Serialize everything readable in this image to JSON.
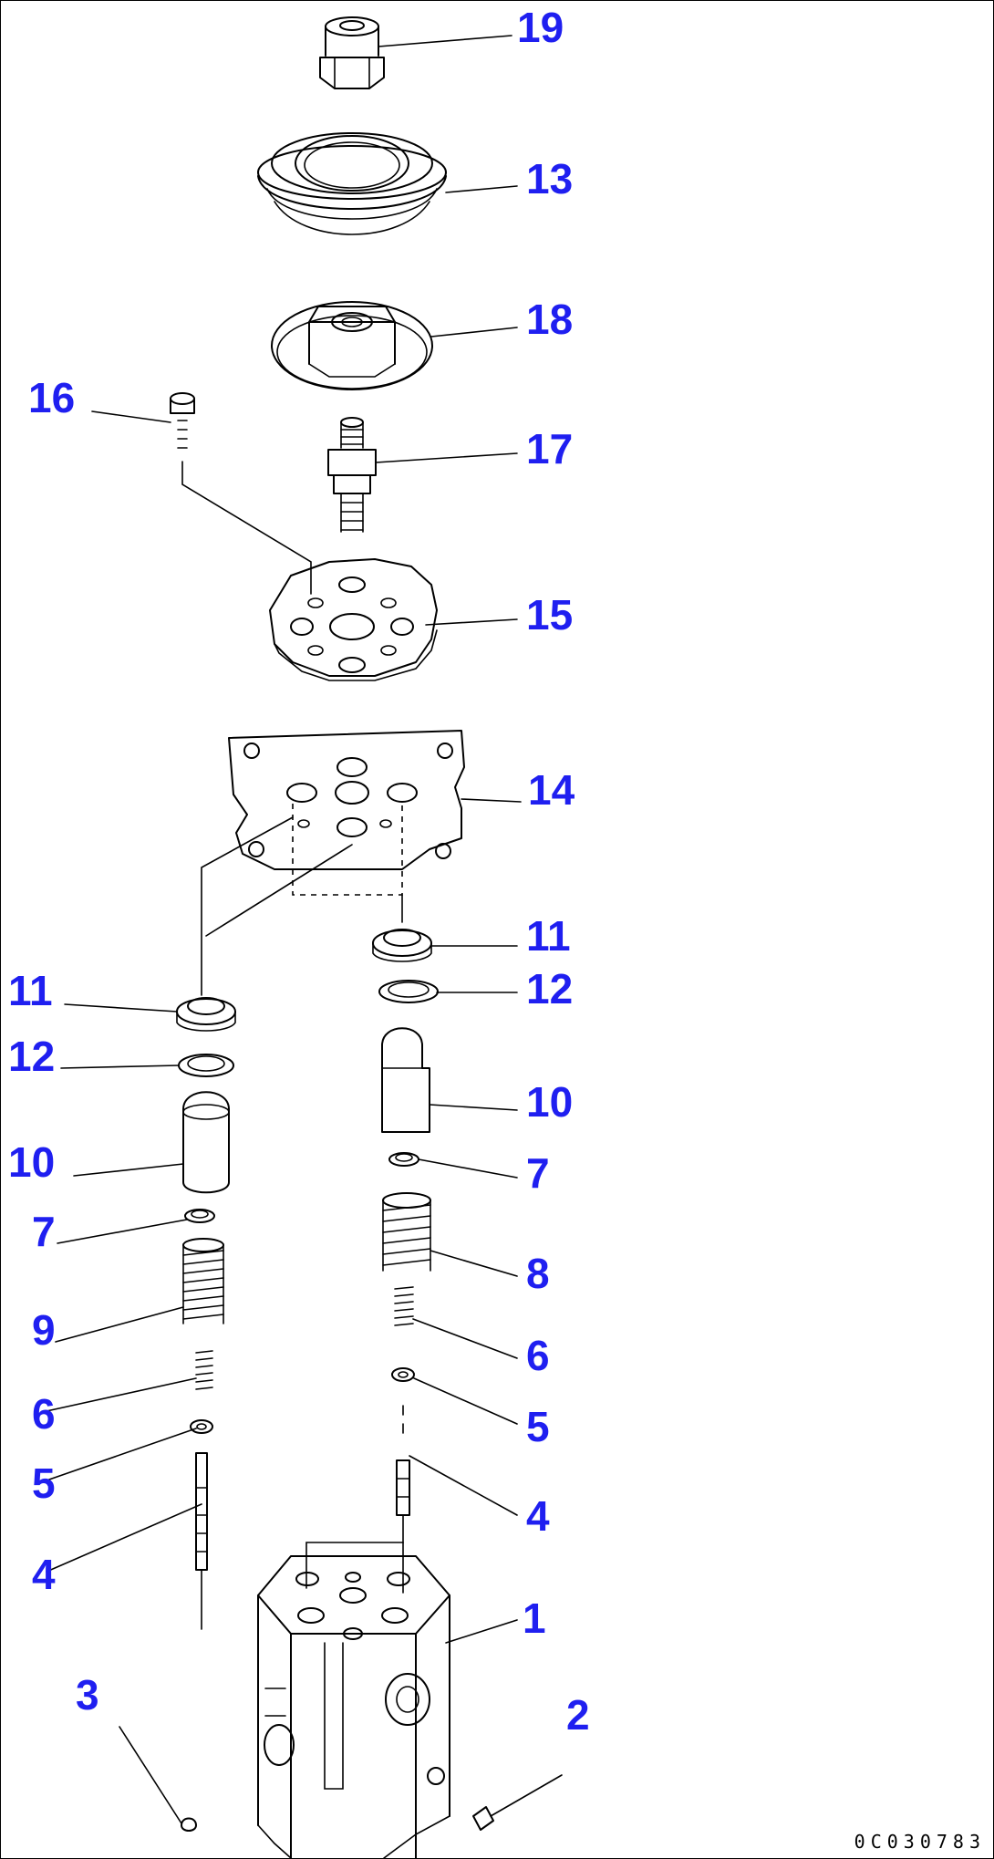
{
  "diagram": {
    "drawing_number": "0C030783",
    "callouts": {
      "c1": "1",
      "c2": "2",
      "c3": "3",
      "c4l": "4",
      "c4r": "4",
      "c5l": "5",
      "c5r": "5",
      "c6l": "6",
      "c6r": "6",
      "c7l": "7",
      "c7r": "7",
      "c8": "8",
      "c9": "9",
      "c10l": "10",
      "c10r": "10",
      "c11l": "11",
      "c11r": "11",
      "c12l": "12",
      "c12r": "12",
      "c13": "13",
      "c14": "14",
      "c15": "15",
      "c16": "16",
      "c17": "17",
      "c18": "18",
      "c19": "19"
    },
    "callout_color": "#1f1ff0",
    "line_color": "#000000"
  }
}
